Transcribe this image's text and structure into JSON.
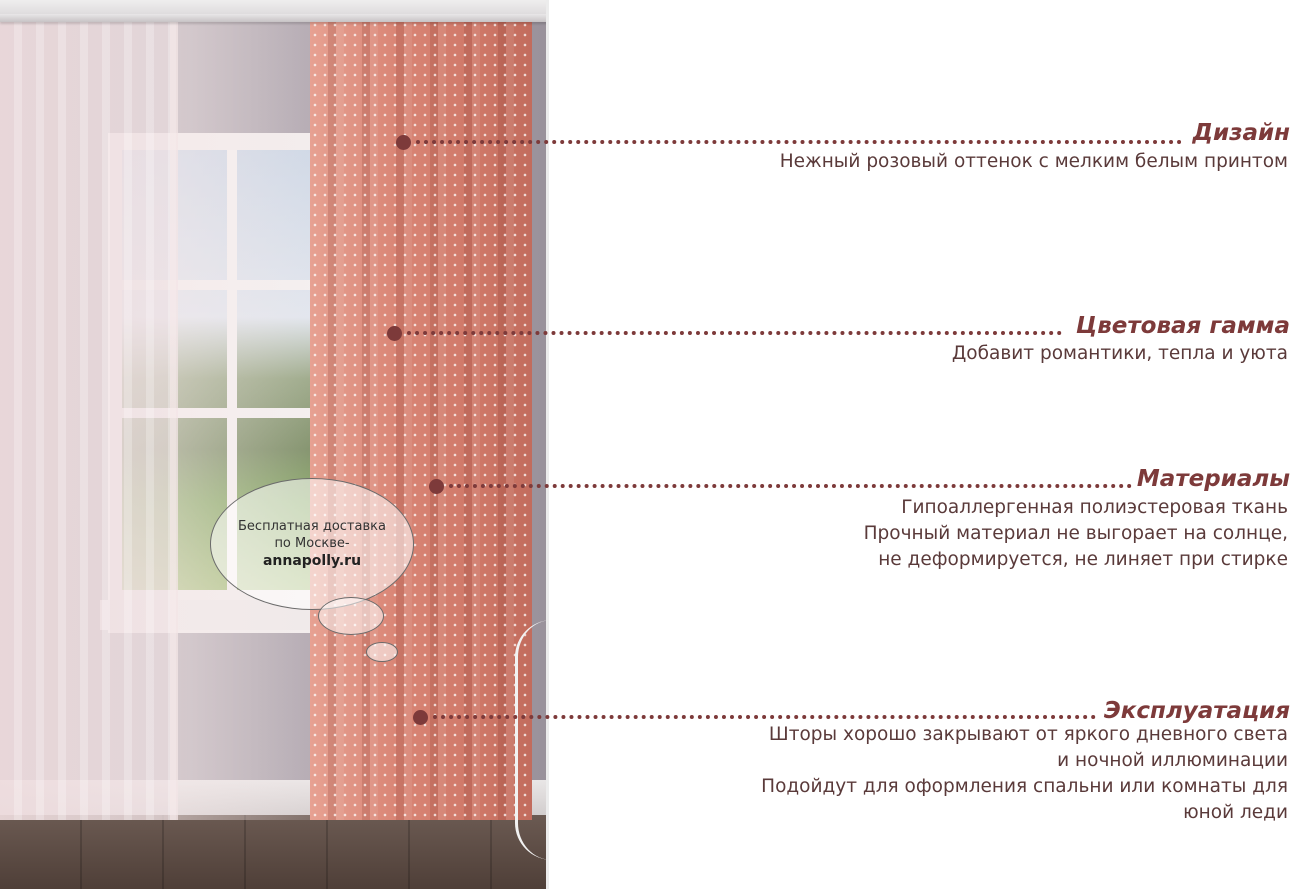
{
  "bubble": {
    "line1": "Бесплатная доставка",
    "line2": "по Москве-",
    "site": "annapolly.ru"
  },
  "features": [
    {
      "title": "Дизайн",
      "lines": [
        "Нежный розовый оттенок с мелким белым принтом"
      ]
    },
    {
      "title": "Цветовая гамма",
      "lines": [
        "Добавит романтики, тепла и уюта"
      ]
    },
    {
      "title": "Материалы",
      "lines": [
        "Гипоаллергенная полиэстеровая ткань",
        "Прочный материал не выгорает на солнце,",
        "не деформируется, не линяет при стирке"
      ]
    },
    {
      "title": "Эксплуатация",
      "lines": [
        "Шторы хорошо закрывают от яркого дневного света",
        "и ночной иллюминации",
        "Подойдут для оформления спальни или комнаты для",
        "юной леди"
      ]
    }
  ],
  "colors": {
    "accent": "#7d3a3a",
    "text": "#5a3a3a"
  }
}
